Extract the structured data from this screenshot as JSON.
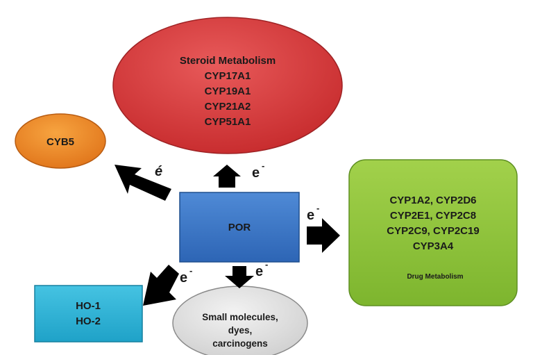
{
  "nodes": {
    "steroid": {
      "lines": [
        "Steroid Metabolism",
        "CYP17A1",
        "CYP19A1",
        "CYP21A2",
        "CYP51A1"
      ],
      "color": "#d9383a"
    },
    "cyb5": {
      "label": "CYB5",
      "color": "#f28a1e"
    },
    "por": {
      "label": "POR",
      "color": "#3a78c9"
    },
    "drug": {
      "lines": [
        "CYP1A2, CYP2D6",
        "CYP2E1, CYP2C8",
        "CYP2C9, CYP2C19",
        "CYP3A4"
      ],
      "caption": "Drug Metabolism",
      "color": "#8fc43a"
    },
    "ho": {
      "lines": [
        "HO-1",
        "HO-2"
      ],
      "color": "#2bb3d6"
    },
    "small": {
      "lines": [
        "Small molecules,",
        "dyes,",
        "carcinogens"
      ],
      "color": "#dcdcdc"
    }
  },
  "edges": {
    "to_cyb5": "é",
    "to_steroid": "e",
    "to_drug": "e",
    "to_ho": "e",
    "to_small": "e",
    "superscript": "-"
  }
}
